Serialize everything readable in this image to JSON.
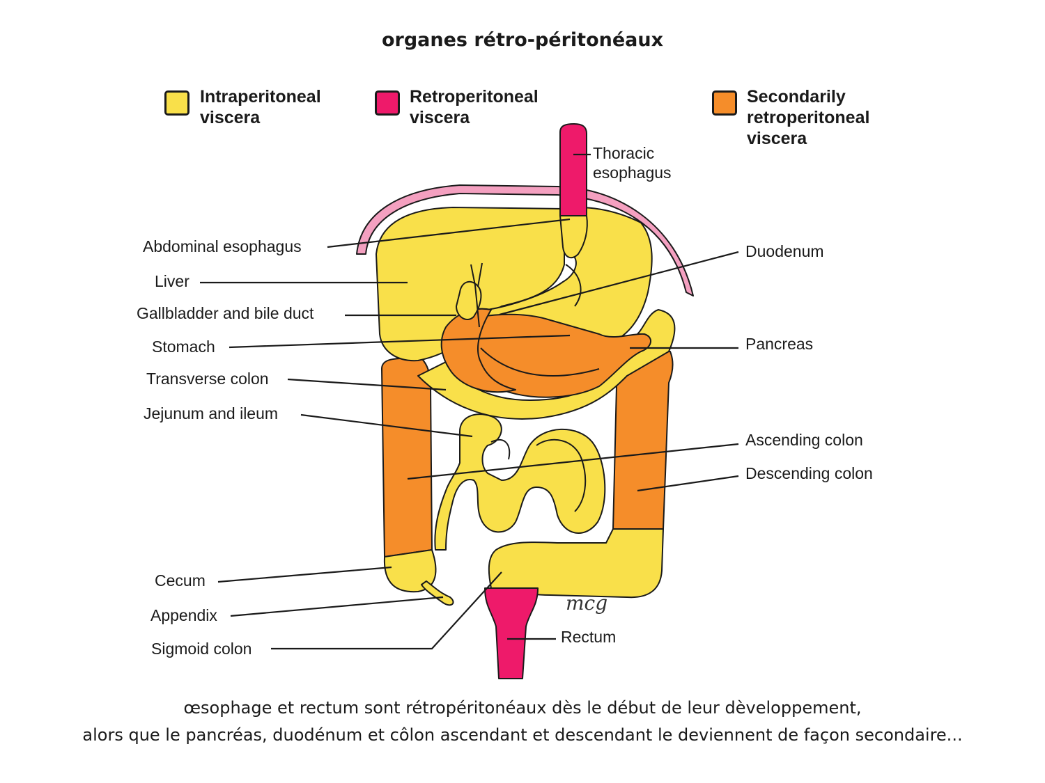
{
  "title": "organes rétro-péritonéaux",
  "colors": {
    "intraperitoneal": "#f9e04a",
    "retroperitoneal": "#ee1a6a",
    "secondarily_retroperitoneal": "#f58d2a",
    "peritoneum_edge": "#f4a0c0"
  },
  "legend": {
    "intraperitoneal": "Intraperitoneal\nviscera",
    "retroperitoneal": "Retroperitoneal\nviscera",
    "secondarily": "Secondarily\nretroperitoneal\nviscera"
  },
  "labels": {
    "thoracic_esophagus": "Thoracic\nesophagus",
    "abdominal_esophagus": "Abdominal esophagus",
    "liver": "Liver",
    "gallbladder": "Gallbladder and bile duct",
    "stomach": "Stomach",
    "transverse_colon": "Transverse colon",
    "jejunum_ileum": "Jejunum and ileum",
    "cecum": "Cecum",
    "appendix": "Appendix",
    "sigmoid_colon": "Sigmoid colon",
    "duodenum": "Duodenum",
    "pancreas": "Pancreas",
    "ascending_colon": "Ascending colon",
    "descending_colon": "Descending colon",
    "rectum": "Rectum"
  },
  "signature": "mcg",
  "caption": {
    "line1": "œsophage et rectum sont rétropéritonéaux dès le début de leur dèveloppement,",
    "line2": "alors que le pancréas, duodénum et côlon ascendant et descendant le deviennent de façon secondaire..."
  }
}
